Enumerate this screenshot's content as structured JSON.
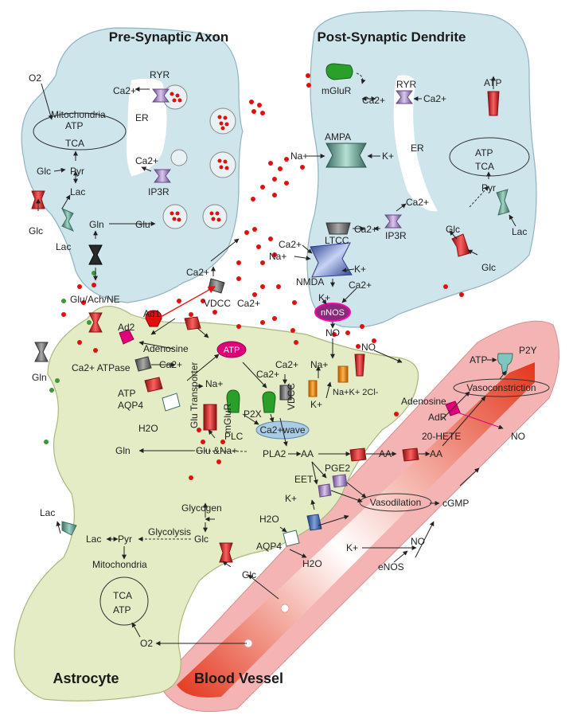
{
  "titles": {
    "pre": "Pre-Synaptic Axon",
    "post": "Post-Synaptic Dendrite",
    "astro": "Astrocyte",
    "vessel": "Blood Vessel"
  },
  "pre_axon": {
    "o2": "O2",
    "mitochondria": "Mitochondria",
    "atp": "ATP",
    "tca": "TCA",
    "glc": "Glc",
    "pyr": "Pyr",
    "lac": "Lac",
    "glc_transporter": "Glc",
    "lac_transporter": "Lac",
    "gln": "Gln",
    "glu": "Glu",
    "er": "ER",
    "ryr": "RYR",
    "ca_ryr": "Ca2+",
    "ca_ip3r": "Ca2+",
    "ip3r": "IP3R",
    "ca_vdcc": "Ca2+",
    "vdcc": "VDCC",
    "ca_vdcc_out": "Ca2+",
    "glu_ach_ne": "Glu/Ach/NE",
    "ad1": "Ad1",
    "ad2": "Ad2"
  },
  "post_dendrite": {
    "mglur": "mGluR",
    "ca_mglur": "Ca2+",
    "ryr": "RYR",
    "ca_ryr": "Ca2+",
    "atp_channel": "ATP",
    "na_ampa": "Na+",
    "ampa": "AMPA",
    "k_ampa": "K+",
    "er": "ER",
    "atp": "ATP",
    "tca": "TCA",
    "pyr": "Pyr",
    "ca_ip3r_top": "Ca2+",
    "ltcc": "LTCC",
    "ca_ltcc": "Ca2+",
    "ip3r": "IP3R",
    "ca_nmda": "Ca2+",
    "na_nmda": "Na+",
    "nmda": "NMDA",
    "k_nmda": "K+",
    "glc": "Glc",
    "lac": "Lac",
    "glc_out": "Glc",
    "k_nnos": "K+",
    "ca_nnos": "Ca2+",
    "nnos": "nNOS",
    "no": "NO",
    "no2": "NO"
  },
  "astrocyte": {
    "gln_left": "Gln",
    "adenosine": "Adenosine",
    "atp_bubble": "ATP",
    "ca_atpase": "Ca2+ ATPase",
    "ca_out": "Ca2+",
    "atp": "ATP",
    "aqp4": "AQP4",
    "h2o": "H2O",
    "na_glu": "Na+",
    "glu_transporter": "Glu Transporter",
    "mglur": "mGluR",
    "p2x": "P2X",
    "plc": "PLC",
    "ca_wave": "Ca2+wave",
    "gln": "Gln",
    "glu_na": "Glu &Na+",
    "ca_a": "Ca2+",
    "ca_b": "Ca2+",
    "vdcc": "VDCC",
    "na_k": "Na+",
    "k_nkcc": "K+",
    "nkcc": "Na+K+ 2Cl-",
    "pla2": "PLA2",
    "aa1": "AA",
    "aa2": "AA",
    "aa3": "AA",
    "pge2": "PGE2",
    "eet": "EET",
    "k_bk": "K+",
    "h2o_2": "H2O",
    "aqp4_2": "AQP4",
    "h2o_3": "H2O",
    "k_out": "K+",
    "glycogen": "Glycogen",
    "glycolysis": "Glycolysis",
    "glc": "Glc",
    "lac": "Lac",
    "lac_transporter": "Lac",
    "pyr": "Pyr",
    "mitochondria": "Mitochondria",
    "tca": "TCA",
    "atp2": "ATP",
    "glc_vessel": "Glc",
    "o2": "O2"
  },
  "vessel": {
    "atp": "ATP",
    "p2y": "P2Y",
    "vasoconstriction": "Vasoconstriction",
    "adenosine": "Adenosine",
    "adr": "AdR",
    "hete": "20-HETE",
    "no_right": "NO",
    "vasodilation": "Vasodilation",
    "cgmp": "cGMP",
    "no": "NO",
    "enos": "eNOS"
  },
  "colors": {
    "neuron_fill": "#cfe5ec",
    "neuron_stroke": "#8fb3c0",
    "astro_fill": "#e4ecc5",
    "astro_stroke": "#a9b87c",
    "vessel_outer": "#f3b6b6",
    "vessel_inner": "#e83a1f",
    "vesicle_dot": "#e01010",
    "gln_dot": "#3a9a3a",
    "magenta": "#e0007a"
  }
}
